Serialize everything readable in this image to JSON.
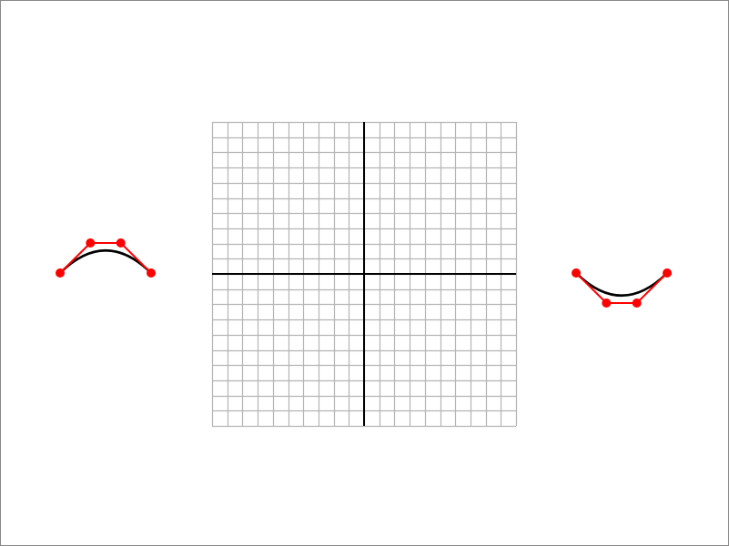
{
  "colors": {
    "grid_line": "#b4b4b4",
    "axis": "#000000",
    "curve": "#000000",
    "control_polygon": "#ff0000",
    "control_point": "#ff0000",
    "frame": "#888888"
  },
  "grid": {
    "divisions_per_side": 20,
    "axes_visible": true
  },
  "curves": [
    {
      "name": "left-curve",
      "type": "cubic-bezier",
      "orientation": "arch-up",
      "control_points": [
        {
          "u": 0.0,
          "v": 0.0
        },
        {
          "u": 0.333,
          "v": 1.0
        },
        {
          "u": 0.667,
          "v": 1.0
        },
        {
          "u": 1.0,
          "v": 0.0
        }
      ]
    },
    {
      "name": "right-curve",
      "type": "cubic-bezier",
      "orientation": "arch-down",
      "control_points": [
        {
          "u": 0.0,
          "v": 0.0
        },
        {
          "u": 0.333,
          "v": -1.0
        },
        {
          "u": 0.667,
          "v": -1.0
        },
        {
          "u": 1.0,
          "v": 0.0
        }
      ]
    }
  ]
}
